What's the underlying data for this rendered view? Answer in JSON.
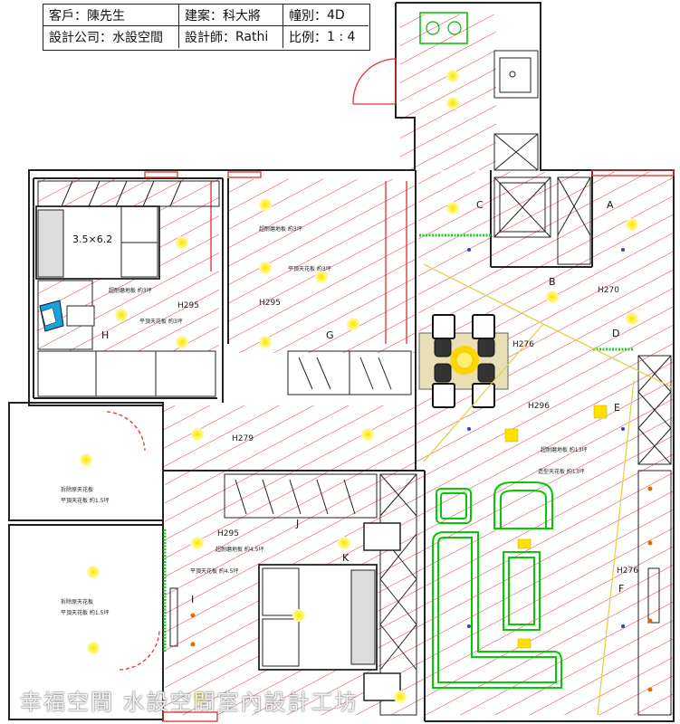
{
  "title_block": {
    "client_label": "客戶",
    "client_value": "陳先生",
    "project_label": "建案",
    "project_value": "科大將",
    "unit_label": "幢別",
    "unit_value": "4D",
    "company_label": "設計公司",
    "company_value": "水設空間",
    "designer_label": "設計師",
    "designer_value": "Rathi",
    "scale_label": "比例",
    "scale_value": "1 : 4"
  },
  "rooms": [
    "A",
    "B",
    "C",
    "D",
    "E",
    "F",
    "G",
    "H",
    "I",
    "J",
    "K"
  ],
  "heights": {
    "h295_bedroom_h": "H295",
    "h295_bedroom_g": "H295",
    "h270": "H270",
    "h276_dining": "H276",
    "h296": "H296",
    "h279": "H279",
    "h295_master": "H295",
    "h276_living": "H276"
  },
  "notes": {
    "h_floor": "超耐磨地板 約3坪",
    "h_ceiling": "平頂天花板 約3坪",
    "g_floor": "超耐磨地板 約3坪",
    "g_ceiling": "平頂天花板 約3坪",
    "living_floor": "超耐磨地板 約13坪",
    "living_ceiling": "造型天花板 約13坪",
    "master_floor": "超耐磨地板 約4.5坪",
    "master_ceiling": "平頂天花板 約4.5坪",
    "balcony1_a": "拆除原天花板",
    "balcony1_b": "平頂天花板 約1.5坪",
    "balcony2_a": "拆除原天花板",
    "balcony2_b": "平頂天花板 約1.5坪"
  },
  "bed_size": "3.5×6.2",
  "watermark": "幸福空間 水設空間室內設計工坊",
  "colors": {
    "wall": "#222222",
    "floor_hatch": "#d94040",
    "fixture": "#00bb00",
    "light": "#ffee00",
    "ceiling_line": "#e6d04a"
  }
}
